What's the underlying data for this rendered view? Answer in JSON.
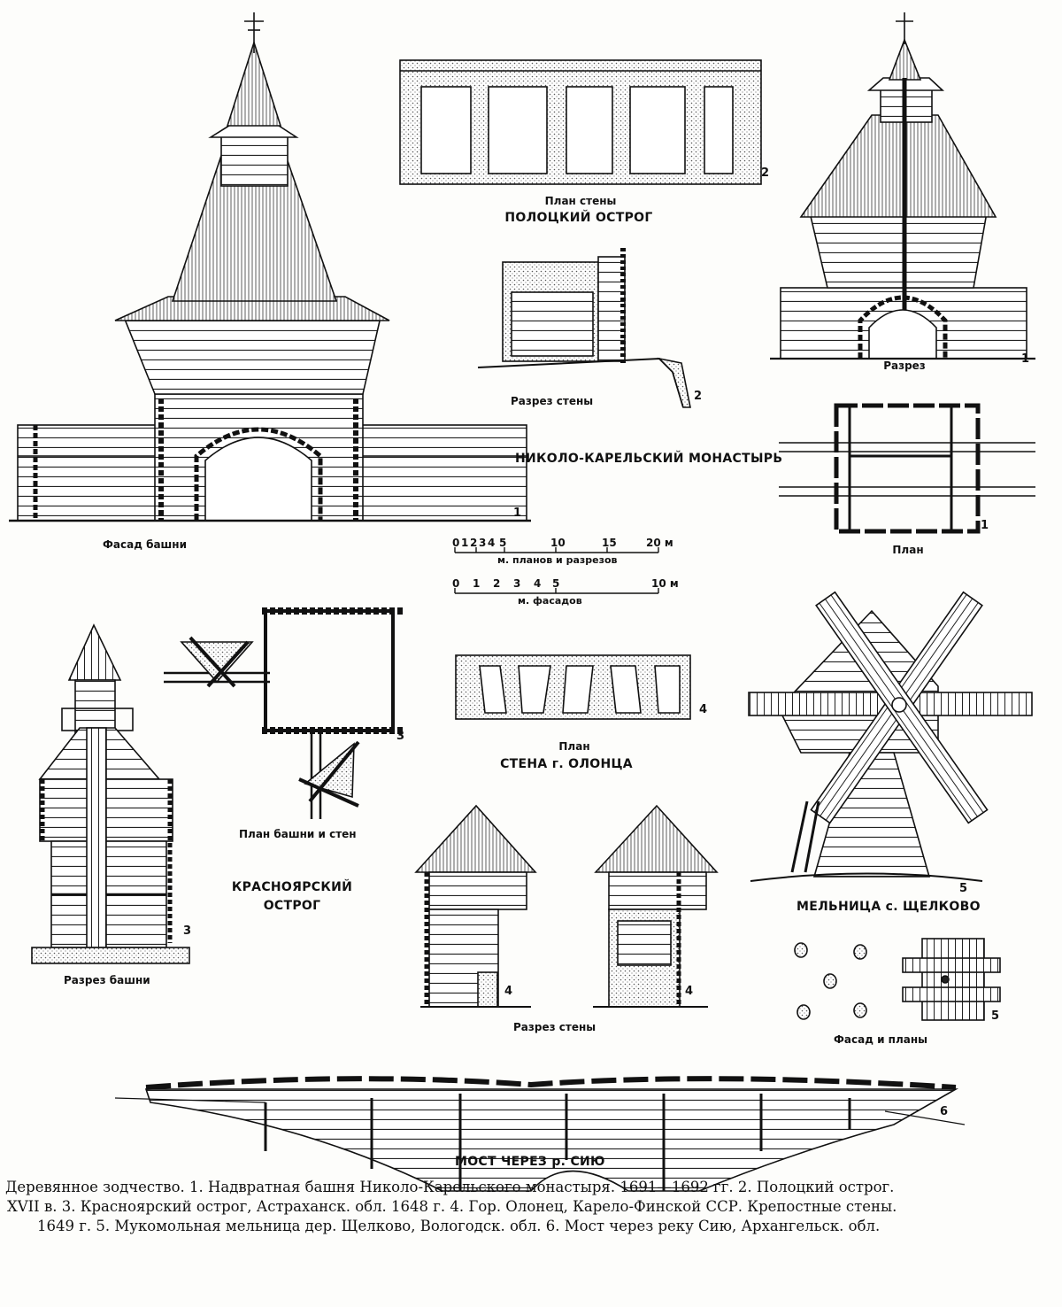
{
  "labels": {
    "facade_tower": "Фасад башни",
    "plan_wall": "План стены",
    "polotsk": "ПОЛОЦКИЙ ОСТРОГ",
    "section_wall_2": "Разрез стены",
    "nikolo": "НИКОЛО-КАРЕЛЬСКИЙ МОНАСТЫРЬ",
    "section_1": "Разрез",
    "plan_1": "План",
    "scale_plans": "м. планов и разрезов",
    "scale_facades": "м. фасадов",
    "plan_4": "План",
    "olonets": "СТЕНА г. ОЛОНЦА",
    "plan_tower_walls": "План башни и стен",
    "krasnoyarsk_1": "КРАСНОЯРСКИЙ",
    "krasnoyarsk_2": "ОСТРОГ",
    "section_tower": "Разрез башни",
    "section_wall_4": "Разрез стены",
    "mill": "МЕЛЬНИЦА с. ЩЕЛКОВО",
    "facade_plans": "Фасад и планы",
    "bridge": "МОСТ ЧЕРЕЗ р. СИЮ"
  },
  "numbers": {
    "n1a": "1",
    "n1b": "1",
    "n1c": "1",
    "n2a": "2",
    "n2b": "2",
    "n3a": "3",
    "n3b": "3",
    "n4a": "4",
    "n4b": "4",
    "n4c": "4",
    "n5a": "5",
    "n5b": "5",
    "n6": "6"
  },
  "scales": {
    "plans_ticks": [
      "0",
      "1",
      "2",
      "3",
      "4",
      "5",
      "10",
      "15",
      "20 м"
    ],
    "facades_ticks": [
      "0",
      "1",
      "2",
      "3",
      "4",
      "5",
      "10 м"
    ]
  },
  "caption": [
    "Деревянное зодчество. 1. Надвратная башня Николо-Карельского монастыря. 1691—1692 гг. 2. Полоцкий острог.",
    "XVII в. 3. Красноярский острог, Астраханск. обл. 1648 г. 4. Гор. Олонец, Карело-Финской ССР. Крепостные стены.",
    "1649 г. 5. Мукомольная мельница дер. Щелково, Вологодск. обл. 6. Мост через реку Сию, Архангельск. обл."
  ]
}
